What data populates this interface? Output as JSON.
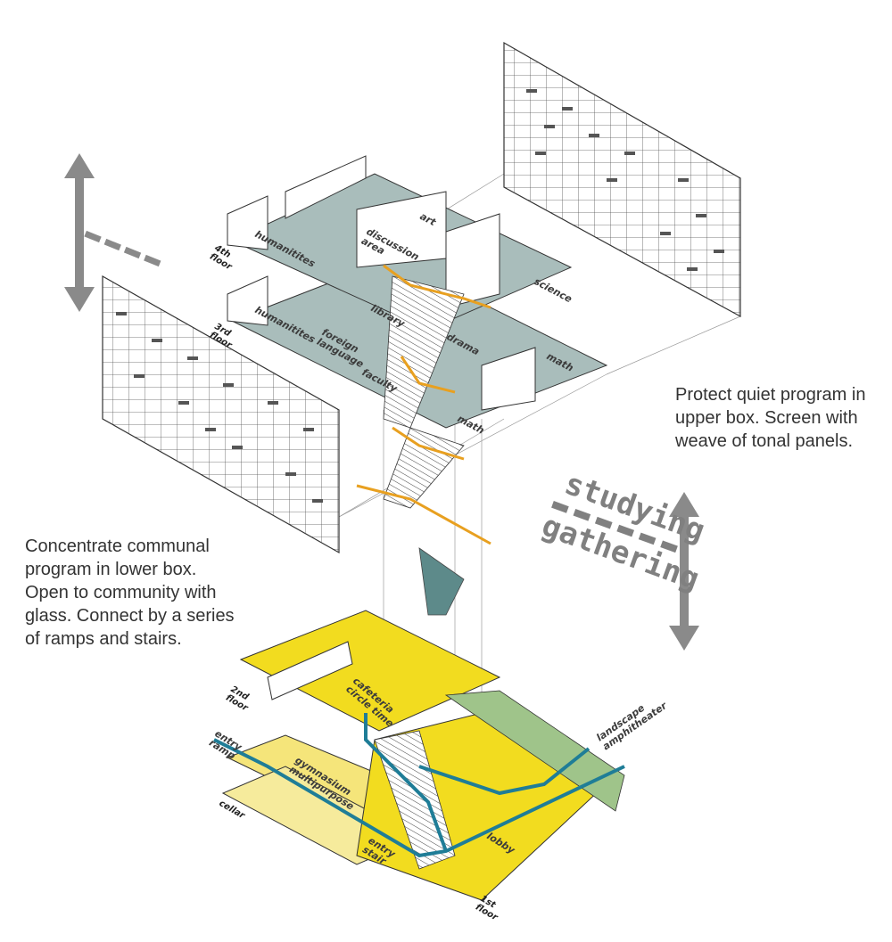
{
  "notes": {
    "upper": "Protect quiet program in\nupper box.  Screen with\nweave of tonal panels.",
    "lower": "Concentrate communal\nprogram in lower box.\nOpen to community with\nglass. Connect by a series\nof ramps and stairs."
  },
  "axis": {
    "top_word": "studying",
    "bottom_word": "gathering"
  },
  "floors": {
    "fourth": "4th\nfloor",
    "third": "3rd\nfloor",
    "second": "2nd\nfloor",
    "first": "1st\nfloor",
    "cellar": "cellar"
  },
  "rooms": {
    "humanities_4": "humanitites",
    "discussion": "discussion\narea",
    "art": "art",
    "science": "science",
    "humanities_3": "humanitites",
    "library": "library",
    "foreign": "foreign\nlanguage",
    "drama": "drama",
    "math_upper": "math",
    "faculty": "faculty",
    "math_lower": "math",
    "cafeteria": "cafeteria\ncircle time",
    "gymnasium": "gymnasium\nmultipurpose",
    "lobby": "lobby",
    "entry_ramp": "entry\nramp",
    "entry_stair": "entry\nstair",
    "landscape": "landscape\namphitheater"
  },
  "colors": {
    "slab_grey": "#a9bdbb",
    "slab_yellow": "#f2dc1f",
    "path_orange": "#e8a020",
    "path_teal": "#1f7d97",
    "arrow_grey": "#8a8a8a",
    "landscape_green": "#9fc48a"
  }
}
